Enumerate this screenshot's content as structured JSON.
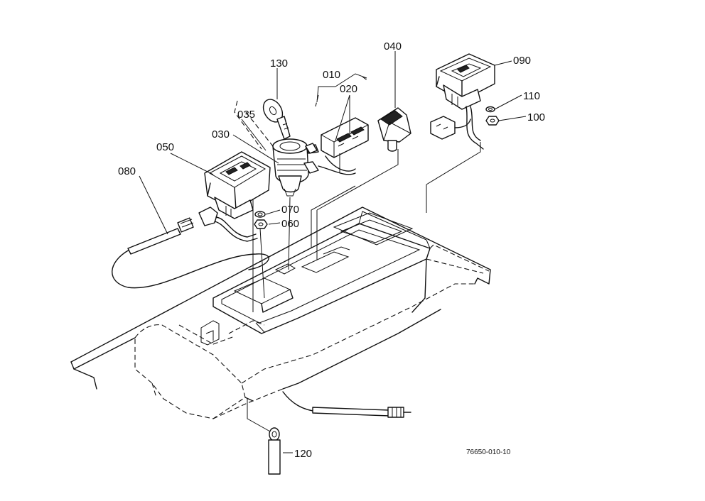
{
  "diagram": {
    "parts": [
      {
        "id": "p010",
        "label": "010"
      },
      {
        "id": "p020",
        "label": "020"
      },
      {
        "id": "p030",
        "label": "030"
      },
      {
        "id": "p035",
        "label": "035"
      },
      {
        "id": "p040",
        "label": "040"
      },
      {
        "id": "p050",
        "label": "050"
      },
      {
        "id": "p060",
        "label": "060"
      },
      {
        "id": "p070",
        "label": "070"
      },
      {
        "id": "p080",
        "label": "080"
      },
      {
        "id": "p090",
        "label": "090"
      },
      {
        "id": "p100",
        "label": "100"
      },
      {
        "id": "p110",
        "label": "110"
      },
      {
        "id": "p120",
        "label": "120"
      },
      {
        "id": "p130",
        "label": "130"
      }
    ],
    "drawing_code": "76650-010-10"
  }
}
